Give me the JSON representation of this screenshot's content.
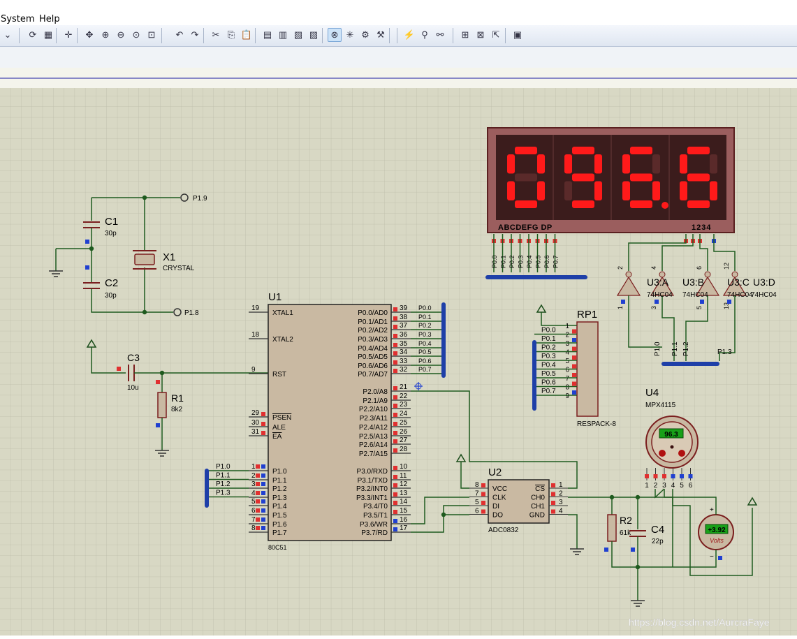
{
  "menu": {
    "system": "System",
    "help": "Help"
  },
  "toolbar": {
    "icons": [
      "dropdown-arrow-icon",
      "refresh-icon",
      "grid-icon",
      "origin-icon",
      "pan-icon",
      "zoom-in-icon",
      "zoom-out-icon",
      "zoom-all-icon",
      "zoom-area-icon",
      "undo-icon",
      "redo-icon",
      "cut-icon",
      "copy-icon",
      "paste-icon",
      "block-copy-icon",
      "block-move-icon",
      "block-rotate-icon",
      "block-delete-icon",
      "pick-device-icon",
      "make-device-icon",
      "packaging-tool-icon",
      "decompose-icon",
      "wire-autorouter-icon",
      "search-tag-icon",
      "property-assignment-icon",
      "new-sheet-icon",
      "remove-sheet-icon",
      "exit-to-parent-icon",
      "bill-of-materials-icon"
    ],
    "glyphs": [
      "⌄",
      "⟳",
      "▦",
      "✛",
      "✥",
      "⊕",
      "⊖",
      "⊙",
      "⊡",
      "↶",
      "↷",
      "✂",
      "⎘",
      "📋",
      "▤",
      "▥",
      "▧",
      "▨",
      "⊗",
      "✳",
      "⚙",
      "⚒",
      "⚡",
      "⚲",
      "⚯",
      "⊞",
      "⊠",
      "⇱",
      "▣"
    ]
  },
  "display": {
    "digits": "096.6",
    "pin_labels": "ABCDEFG  DP",
    "digit_labels": "1234",
    "bus_labels": [
      "P0.0",
      "P0.1",
      "P0.2",
      "P0.3",
      "P0.4",
      "P0.5",
      "P0.6",
      "P0.7"
    ]
  },
  "crystal": {
    "c1": "C1",
    "c1_val": "30p",
    "c2": "C2",
    "c2_val": "30p",
    "x1": "X1",
    "x1_val": "CRYSTAL",
    "p19": "P1.9",
    "p18": "P1.8"
  },
  "reset": {
    "c3": "C3",
    "c3_val": "10u",
    "r1": "R1",
    "r1_val": "8k2"
  },
  "u1": {
    "ref": "U1",
    "part": "80C51",
    "left_pins": [
      {
        "num": "19",
        "name": "XTAL1"
      },
      {
        "num": "18",
        "name": "XTAL2"
      },
      {
        "num": "9",
        "name": "RST"
      },
      {
        "num": "29",
        "name": "PSEN"
      },
      {
        "num": "30",
        "name": "ALE"
      },
      {
        "num": "31",
        "name": "EA"
      },
      {
        "num": "1",
        "name": "P1.0"
      },
      {
        "num": "2",
        "name": "P1.1"
      },
      {
        "num": "3",
        "name": "P1.2"
      },
      {
        "num": "4",
        "name": "P1.3"
      },
      {
        "num": "5",
        "name": "P1.4"
      },
      {
        "num": "6",
        "name": "P1.5"
      },
      {
        "num": "7",
        "name": "P1.6"
      },
      {
        "num": "8",
        "name": "P1.7"
      }
    ],
    "right_pins": [
      {
        "num": "39",
        "name": "P0.0/AD0",
        "net": "P0.0"
      },
      {
        "num": "38",
        "name": "P0.1/AD1",
        "net": "P0.1"
      },
      {
        "num": "37",
        "name": "P0.2/AD2",
        "net": "P0.2"
      },
      {
        "num": "36",
        "name": "P0.3/AD3",
        "net": "P0.3"
      },
      {
        "num": "35",
        "name": "P0.4/AD4",
        "net": "P0.4"
      },
      {
        "num": "34",
        "name": "P0.5/AD5",
        "net": "P0.5"
      },
      {
        "num": "33",
        "name": "P0.6/AD6",
        "net": "P0.6"
      },
      {
        "num": "32",
        "name": "P0.7/AD7",
        "net": "P0.7"
      },
      {
        "num": "21",
        "name": "P2.0/A8"
      },
      {
        "num": "22",
        "name": "P2.1/A9"
      },
      {
        "num": "23",
        "name": "P2.2/A10"
      },
      {
        "num": "24",
        "name": "P2.3/A11"
      },
      {
        "num": "25",
        "name": "P2.4/A12"
      },
      {
        "num": "26",
        "name": "P2.5/A13"
      },
      {
        "num": "27",
        "name": "P2.6/A14"
      },
      {
        "num": "28",
        "name": "P2.7/A15"
      },
      {
        "num": "10",
        "name": "P3.0/RXD"
      },
      {
        "num": "11",
        "name": "P3.1/TXD"
      },
      {
        "num": "12",
        "name": "P3.2/INT0"
      },
      {
        "num": "13",
        "name": "P3.3/INT1"
      },
      {
        "num": "14",
        "name": "P3.4/T0"
      },
      {
        "num": "15",
        "name": "P3.5/T1"
      },
      {
        "num": "16",
        "name": "P3.6/WR"
      },
      {
        "num": "17",
        "name": "P3.7/RD"
      }
    ],
    "p1_nets": [
      "P1.0",
      "P1.1",
      "P1.2",
      "P1.3"
    ]
  },
  "rp1": {
    "ref": "RP1",
    "part": "RESPACK-8",
    "nets": [
      "P0.0",
      "P0.1",
      "P0.2",
      "P0.3",
      "P0.4",
      "P0.5",
      "P0.6",
      "P0.7"
    ],
    "pins": [
      "1",
      "2",
      "3",
      "4",
      "5",
      "6",
      "7",
      "8",
      "9"
    ]
  },
  "u3": {
    "labels": [
      "U3:A",
      "U3:B",
      "U3:C",
      "U3:D"
    ],
    "part": "74HC04",
    "pin_top": [
      "2",
      "4",
      "6",
      "12"
    ],
    "pin_bot": [
      "1",
      "3",
      "5",
      "13"
    ],
    "nets": [
      "P1.0",
      "P1.1",
      "P1.2",
      "P1.3"
    ]
  },
  "u4": {
    "ref": "U4",
    "part": "MPX4115",
    "reading": "96.3",
    "pins": [
      "1",
      "2",
      "3",
      "4",
      "5",
      "6"
    ]
  },
  "u2": {
    "ref": "U2",
    "part": "ADC0832",
    "left_pins": [
      {
        "num": "8",
        "name": "VCC"
      },
      {
        "num": "7",
        "name": "CLK"
      },
      {
        "num": "5",
        "name": "DI"
      },
      {
        "num": "6",
        "name": "DO"
      }
    ],
    "right_pins": [
      {
        "num": "1",
        "name": "CS"
      },
      {
        "num": "2",
        "name": "CH0"
      },
      {
        "num": "3",
        "name": "CH1"
      },
      {
        "num": "4",
        "name": "GND"
      }
    ]
  },
  "r2": {
    "ref": "R2",
    "val": "61k"
  },
  "c4": {
    "ref": "C4",
    "val": "22p"
  },
  "voltmeter": {
    "reading": "+3.92",
    "unit": "Volts",
    "plus": "+",
    "minus": "−"
  },
  "watermark": "https://blog.csdn.net/AurcraFaye",
  "colors": {
    "grid_bg": "#d8d8c4",
    "part_fill": "#c9b9a2",
    "wire": "#1e5a1e",
    "part_outline": "#7a1e1e",
    "bus": "#1e3fa8",
    "seg_on": "#ff1a1a",
    "pin_red": "#e03030",
    "pin_blue": "#2040d0"
  }
}
